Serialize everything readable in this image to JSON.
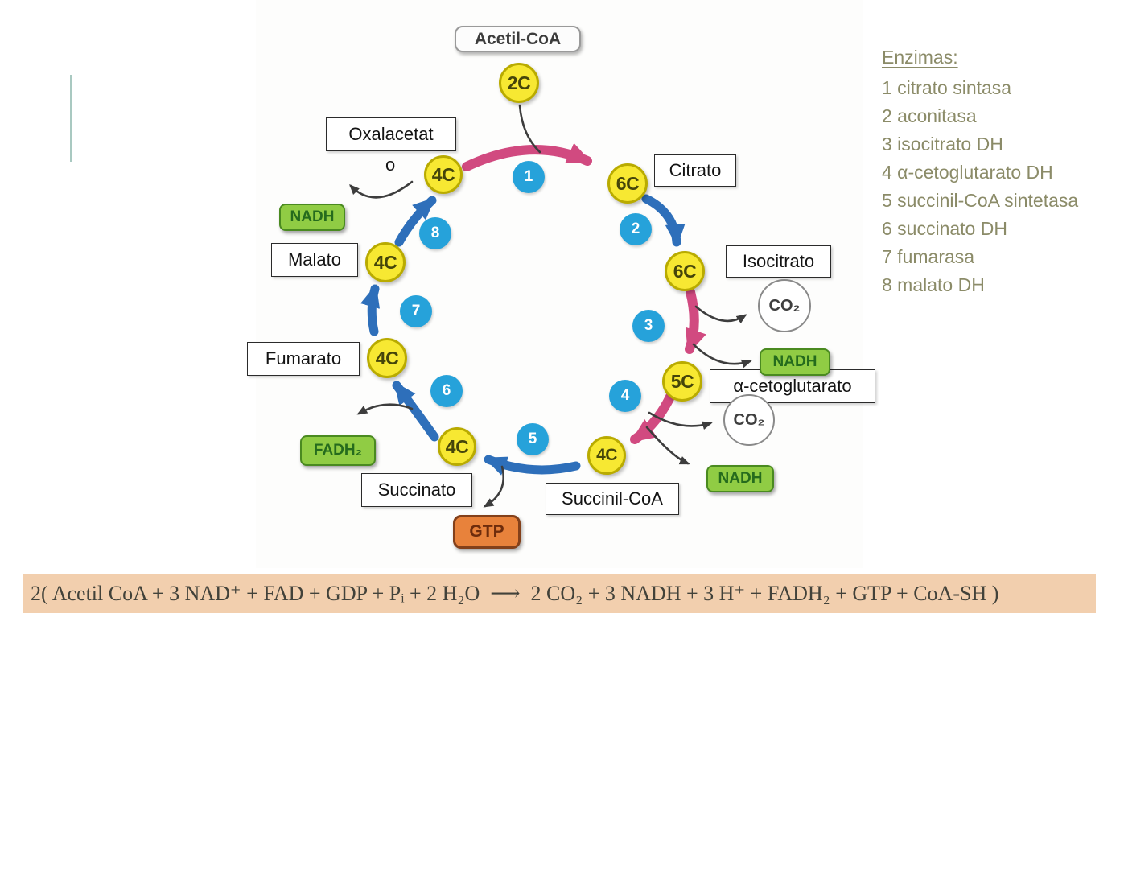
{
  "colors": {
    "carbon_node_fill": "#f7e832",
    "carbon_node_border": "#b9ab00",
    "step_circle_blue": "#26a2da",
    "arrow_blue": "#2e6fba",
    "arrow_pink": "#d14a80",
    "arrow_black": "#3d3d3d",
    "cofactor_green_fill": "#90cc44",
    "cofactor_green_border": "#4a8a20",
    "gtp_fill": "#e8823b",
    "gtp_border": "#83401a",
    "equation_bar_bg": "#f2cfae",
    "enzyme_text": "#8b8b68"
  },
  "cycle": {
    "acetil_coa": "Acetil-CoA",
    "carbons": {
      "acetyl": "2C",
      "oxalacetato": "4C",
      "citrato": "6C",
      "isocitrato": "6C",
      "cetoglutarato": "5C",
      "succinil": "4C",
      "succinato": "4C",
      "fumarato": "4C",
      "malato": "4C"
    },
    "steps": {
      "s1": "1",
      "s2": "2",
      "s3": "3",
      "s4": "4",
      "s5": "5",
      "s6": "6",
      "s7": "7",
      "s8": "8"
    },
    "labels": {
      "oxalacetato_line1": "Oxalacetat",
      "oxalacetato_line2": "o",
      "citrato": "Citrato",
      "isocitrato": "Isocitrato",
      "cetoglutarato": "α-cetoglutarato",
      "succinil": "Succinil-CoA",
      "succinato": "Succinato",
      "fumarato": "Fumarato",
      "malato": "Malato"
    },
    "cofactors": {
      "nadh_malato": "NADH",
      "nadh_isocitrato": "NADH",
      "nadh_cetoglutarato": "NADH",
      "fadh2": "FADH₂",
      "gtp": "GTP",
      "co2_isocitrato": "CO₂",
      "co2_cetoglutarato": "CO₂"
    }
  },
  "enzymes": {
    "heading": "Enzimas:",
    "items": [
      "1 citrato sintasa",
      "2 aconitasa",
      "3 isocitrato DH",
      "4 α-cetoglutarato DH",
      "5 succinil-CoA sintetasa",
      "6 succinato DH",
      "7 fumarasa",
      "8 malato DH"
    ]
  },
  "equation": {
    "text": "2( Acetil CoA + 3 NAD⁺ + FAD + GDP + Pᵢ + 2 H₂O  ⟶  2 CO₂ + 3 NADH + 3 H⁺ + FADH₂ + GTP + CoA-SH )"
  }
}
